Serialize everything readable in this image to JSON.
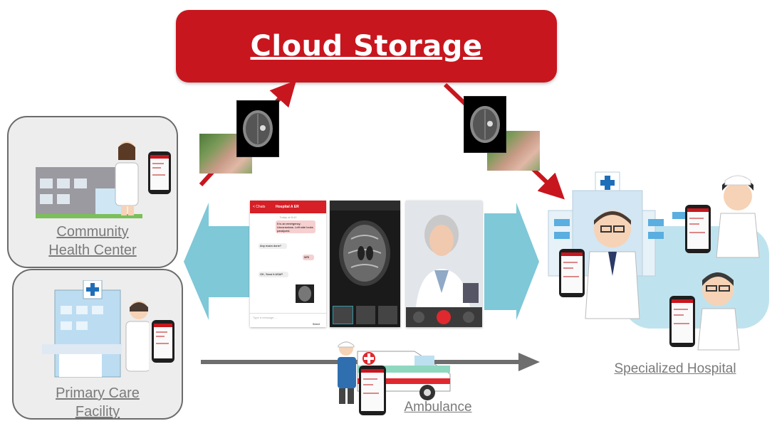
{
  "cloud_title": "Cloud Storage",
  "facilities": {
    "community_line1": "Community",
    "community_line2": "Health Center",
    "primary_line1": "Primary Care",
    "primary_line2": "Facility",
    "specialized": "Specialized Hospital",
    "ambulance": "Ambulance"
  },
  "chat": {
    "back": "< Chats",
    "title": "Hospital A ER",
    "today": "Today at 8:41",
    "msg1": "It is an emergency. Unconscious. Left side looks paralyzed.",
    "msg2": "Any exam done?",
    "msg3": "MRI",
    "msg4": "OK, Send it ASAP.",
    "input_placeholder": "Type a message...",
    "send": "Send"
  },
  "colors": {
    "cloud_red": "#c8161e",
    "arrow_red": "#c8161e",
    "big_arrow": "#7ec8d8",
    "frame_gray": "#6b6b6b",
    "label_gray": "#7a7a7a",
    "gray_arrow": "#6e6e6e"
  },
  "icons": [
    "brain-scan-icon",
    "hand-photo-icon",
    "smartphone-icon",
    "hospital-cross-icon",
    "doctor-icon",
    "nurse-icon",
    "ambulance-icon",
    "call-end-icon"
  ]
}
